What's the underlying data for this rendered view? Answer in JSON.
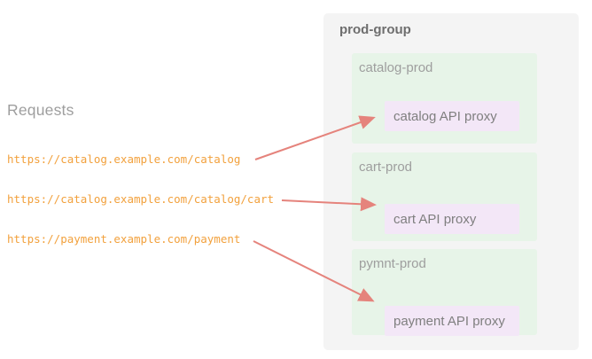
{
  "requests": {
    "heading": "Requests",
    "urls": [
      {
        "text": "https://catalog.example.com/catalog"
      },
      {
        "text": "https://catalog.example.com/catalog/cart"
      },
      {
        "text": "https://payment.example.com/payment"
      }
    ]
  },
  "group": {
    "title": "prod-group",
    "environments": [
      {
        "name": "catalog-prod",
        "proxy": "catalog API proxy"
      },
      {
        "name": "cart-prod",
        "proxy": "cart API proxy"
      },
      {
        "name": "pymnt-prod",
        "proxy": "payment API proxy"
      }
    ]
  },
  "arrows": {
    "color": "#e5837c",
    "connections": [
      {
        "from": "https://catalog.example.com/catalog",
        "to": "catalog API proxy"
      },
      {
        "from": "https://catalog.example.com/catalog/cart",
        "to": "cart API proxy"
      },
      {
        "from": "https://payment.example.com/payment",
        "to": "payment API proxy"
      }
    ]
  },
  "colors": {
    "url_text": "#f2a13d",
    "arrow": "#e5837c",
    "group_background": "#f4f4f4",
    "environment_background": "#e7f4e8",
    "proxy_background": "#f3e7f7"
  }
}
